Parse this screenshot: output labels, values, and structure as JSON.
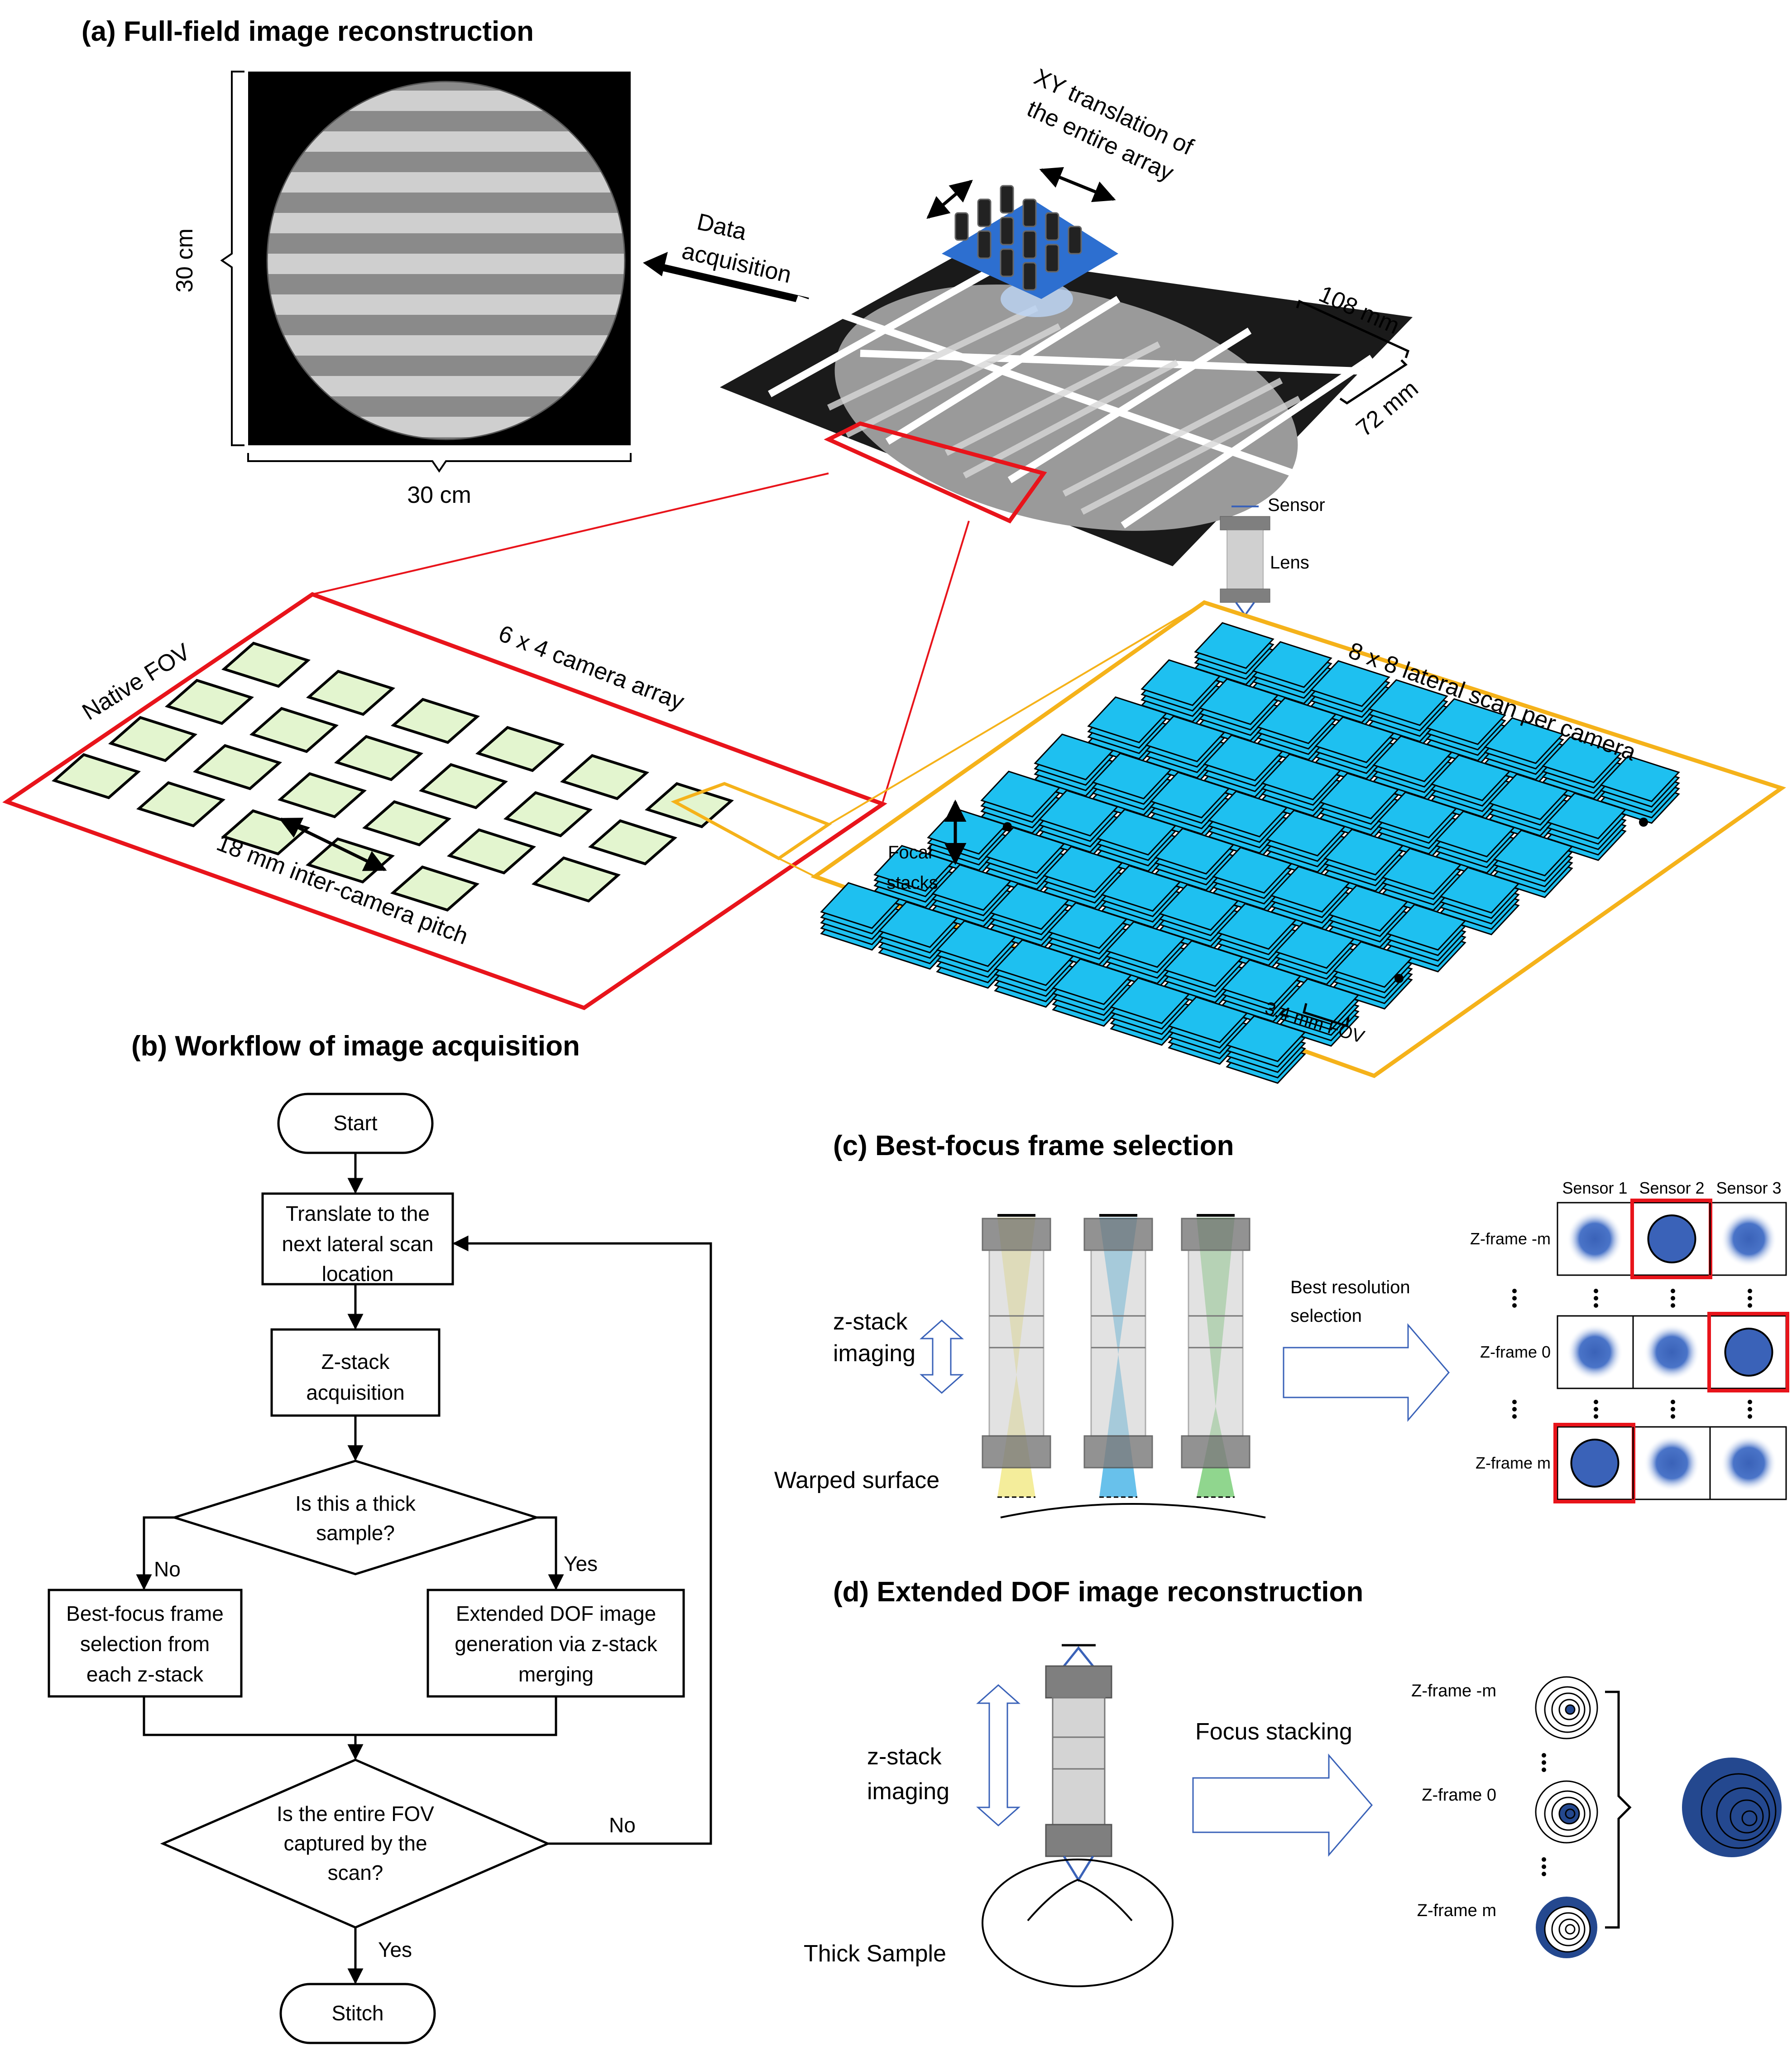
{
  "panel_a": {
    "title": "(a) Full-field image reconstruction",
    "height_label": "30 cm",
    "width_label": "30 cm",
    "data_acquisition": [
      "Data",
      "acquisition"
    ],
    "xy_translation": [
      "XY translation of",
      "the entire array"
    ],
    "dim_108": "108 mm",
    "dim_72": "72 mm",
    "sensor": "Sensor",
    "lens": "Lens",
    "native_fov": "Native FOV",
    "camera_array": "6 x 4 camera array",
    "pitch": "18 mm inter-camera pitch",
    "lateral_scan": "8 x 8 lateral scan per camera",
    "focal_stacks": [
      "Focal",
      "stacks"
    ],
    "fov_34": "3.4 mm FOV"
  },
  "panel_b": {
    "title": "(b) Workflow of image acquisition",
    "start": "Start",
    "translate": [
      "Translate to the",
      "next lateral scan",
      "location"
    ],
    "zstack": [
      "Z-stack",
      "acquisition"
    ],
    "thick_q": [
      "Is this a thick",
      "sample?"
    ],
    "no1": "No",
    "yes1": "Yes",
    "best_focus": [
      "Best-focus frame",
      "selection from",
      "each z-stack"
    ],
    "edof": [
      "Extended DOF image",
      "generation via z-stack",
      "merging"
    ],
    "fov_q": [
      "Is the entire FOV",
      "captured by the",
      "scan?"
    ],
    "no2": "No",
    "yes2": "Yes",
    "stitch": "Stitch"
  },
  "panel_c": {
    "title": "(c) Best-focus frame selection",
    "zstack_imaging": [
      "z-stack",
      "imaging"
    ],
    "warped": "Warped surface",
    "best_res": [
      "Best resolution",
      "selection"
    ],
    "sensors": [
      "Sensor 1",
      "Sensor 2",
      "Sensor 3"
    ],
    "rows": [
      "Z-frame -m",
      "Z-frame 0",
      "Z-frame m"
    ]
  },
  "panel_d": {
    "title": "(d) Extended DOF image reconstruction",
    "zstack_imaging": [
      "z-stack",
      "imaging"
    ],
    "thick_sample": "Thick Sample",
    "focus_stacking": "Focus stacking",
    "rows": [
      "Z-frame -m",
      "Z-frame 0",
      "Z-frame m"
    ]
  },
  "colors": {
    "red": "#e8141b",
    "orange": "#f5b21a",
    "tile_green": "#e3f5cf",
    "tile_cyan": "#1ec0f0",
    "focus_blue": "#3a62b8",
    "dark_blue": "#24488f"
  }
}
